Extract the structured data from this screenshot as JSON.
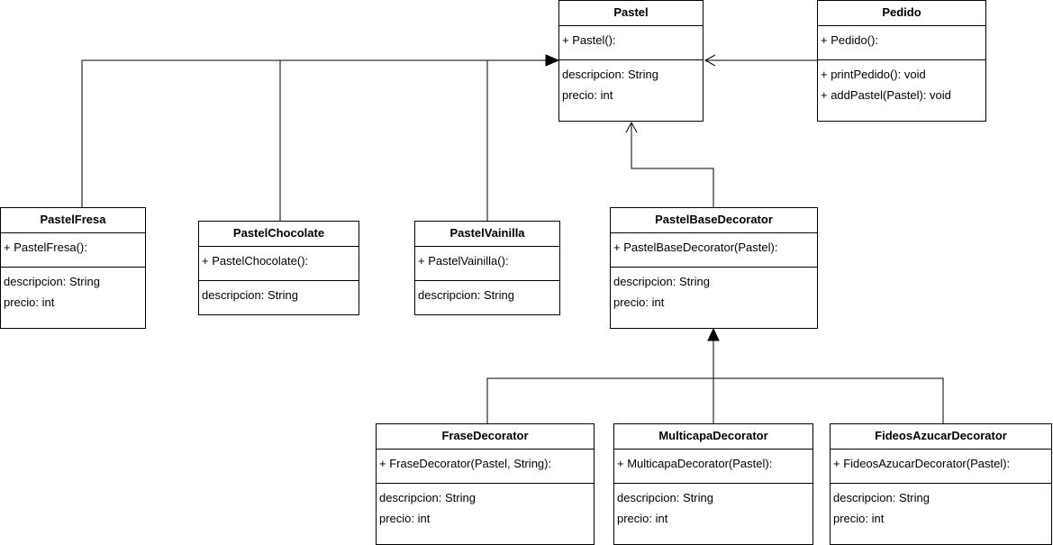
{
  "classes": {
    "pastel": {
      "name": "Pastel",
      "methods": [
        "+ Pastel():"
      ],
      "attributes": [
        "descripcion: String",
        "precio: int"
      ]
    },
    "pedido": {
      "name": "Pedido",
      "methods": [
        "+ Pedido():"
      ],
      "attributes": [
        "+ printPedido(): void",
        "+ addPastel(Pastel): void"
      ]
    },
    "pastel_fresa": {
      "name": "PastelFresa",
      "methods": [
        "+ PastelFresa():"
      ],
      "attributes": [
        "descripcion: String",
        "precio: int"
      ]
    },
    "pastel_chocolate": {
      "name": "PastelChocolate",
      "methods": [
        "+ PastelChocolate():"
      ],
      "attributes": [
        "descripcion: String"
      ]
    },
    "pastel_vainilla": {
      "name": "PastelVainilla",
      "methods": [
        "+ PastelVainilla():"
      ],
      "attributes": [
        "descripcion: String"
      ]
    },
    "pastel_base_decorator": {
      "name": "PastelBaseDecorator",
      "methods": [
        "+ PastelBaseDecorator(Pastel):"
      ],
      "attributes": [
        "descripcion: String",
        "precio: int"
      ]
    },
    "frase_decorator": {
      "name": "FraseDecorator",
      "methods": [
        "+ FraseDecorator(Pastel, String):"
      ],
      "attributes": [
        "descripcion: String",
        "precio: int"
      ]
    },
    "multicapa_decorator": {
      "name": "MulticapaDecorator",
      "methods": [
        "+ MulticapaDecorator(Pastel):"
      ],
      "attributes": [
        "descripcion: String",
        "precio: int"
      ]
    },
    "fideos_azucar_decorator": {
      "name": "FideosAzucarDecorator",
      "methods": [
        "+ FideosAzucarDecorator(Pastel):"
      ],
      "attributes": [
        "descripcion: String",
        "precio: int"
      ]
    }
  },
  "relations": [
    {
      "from": "PastelFresa",
      "to": "Pastel",
      "type": "inheritance"
    },
    {
      "from": "PastelChocolate",
      "to": "Pastel",
      "type": "inheritance"
    },
    {
      "from": "PastelVainilla",
      "to": "Pastel",
      "type": "inheritance"
    },
    {
      "from": "Pedido",
      "to": "Pastel",
      "type": "association"
    },
    {
      "from": "PastelBaseDecorator",
      "to": "Pastel",
      "type": "association"
    },
    {
      "from": "FraseDecorator",
      "to": "PastelBaseDecorator",
      "type": "inheritance"
    },
    {
      "from": "MulticapaDecorator",
      "to": "PastelBaseDecorator",
      "type": "inheritance"
    },
    {
      "from": "FideosAzucarDecorator",
      "to": "PastelBaseDecorator",
      "type": "inheritance"
    }
  ]
}
